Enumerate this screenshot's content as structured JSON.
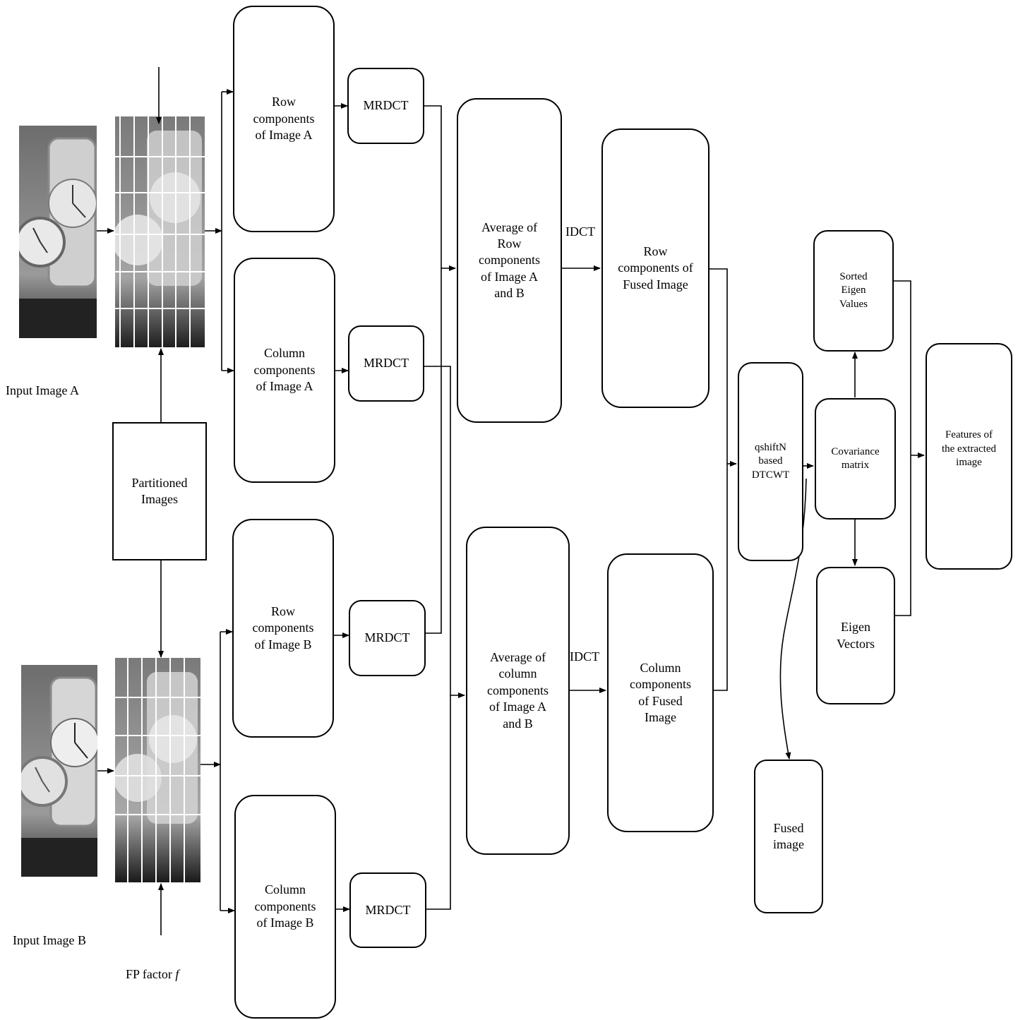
{
  "labels": {
    "input_a": "Input Image A",
    "input_b": "Input Image B",
    "fp_prefix": "FP factor ",
    "fp_var": "f",
    "idct_top": "IDCT",
    "idct_bottom": "IDCT"
  },
  "boxes": {
    "partitioned": "Partitioned\nImages",
    "row_a": "Row\ncomponents\nof Image A",
    "col_a": "Column\ncomponents\nof Image A",
    "row_b": "Row\ncomponents\nof Image B",
    "col_b": "Column\ncomponents\nof Image B",
    "mrdct_1": "MRDCT",
    "mrdct_2": "MRDCT",
    "mrdct_3": "MRDCT",
    "mrdct_4": "MRDCT",
    "avg_row": "Average of\nRow\ncomponents\nof Image A\nand B",
    "avg_col": "Average of\ncolumn\ncomponents\nof Image A\nand B",
    "row_fused": "Row\ncomponents of\nFused Image",
    "col_fused": "Column\ncomponents\nof Fused\nImage",
    "dtcwt": "qshiftN\nbased\nDTCWT",
    "covariance": "Covariance\nmatrix",
    "sorted_eigen": "Sorted\nEigen\nValues",
    "eigen_vectors": "Eigen\nVectors",
    "features": "Features of\nthe extracted\nimage",
    "fused_image": "Fused\nimage"
  }
}
